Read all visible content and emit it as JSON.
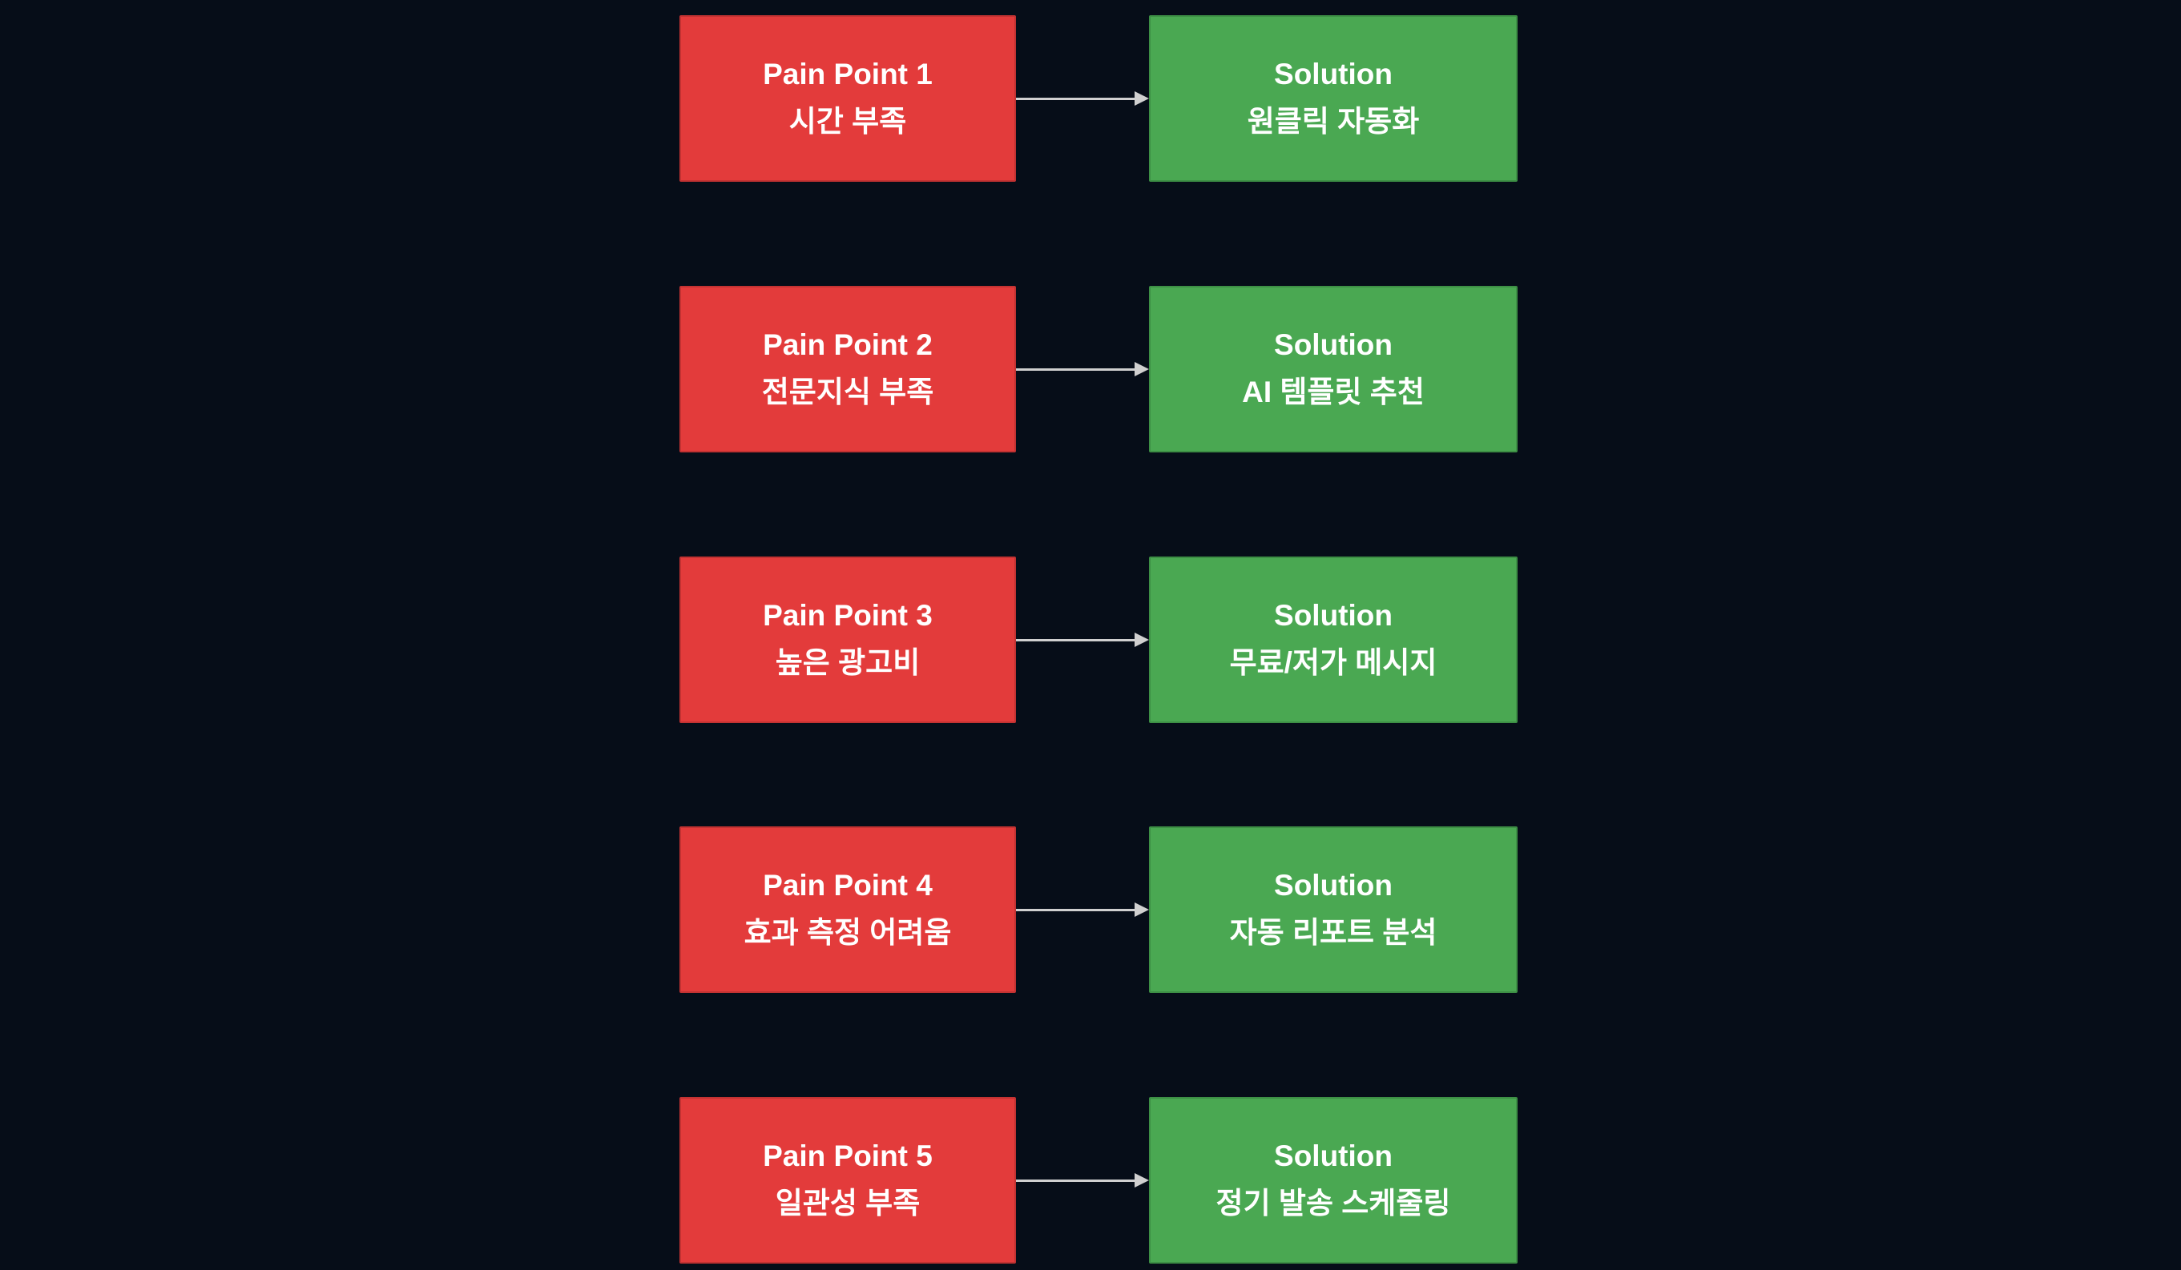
{
  "diagram": {
    "colors": {
      "background": "#060d18",
      "pain_box": "#e33b3b",
      "solution_box": "#4aa852",
      "arrow": "#d0d0d0",
      "text": "#ffffff"
    },
    "rows": [
      {
        "pain": {
          "title": "Pain Point 1",
          "subtitle": "시간 부족"
        },
        "solution": {
          "title": "Solution",
          "subtitle": "원클릭 자동화"
        }
      },
      {
        "pain": {
          "title": "Pain Point 2",
          "subtitle": "전문지식 부족"
        },
        "solution": {
          "title": "Solution",
          "subtitle": "AI 템플릿 추천"
        }
      },
      {
        "pain": {
          "title": "Pain Point 3",
          "subtitle": "높은 광고비"
        },
        "solution": {
          "title": "Solution",
          "subtitle": "무료/저가 메시지"
        }
      },
      {
        "pain": {
          "title": "Pain Point 4",
          "subtitle": "효과 측정 어려움"
        },
        "solution": {
          "title": "Solution",
          "subtitle": "자동 리포트 분석"
        }
      },
      {
        "pain": {
          "title": "Pain Point 5",
          "subtitle": "일관성 부족"
        },
        "solution": {
          "title": "Solution",
          "subtitle": "정기 발송 스케줄링"
        }
      }
    ]
  }
}
